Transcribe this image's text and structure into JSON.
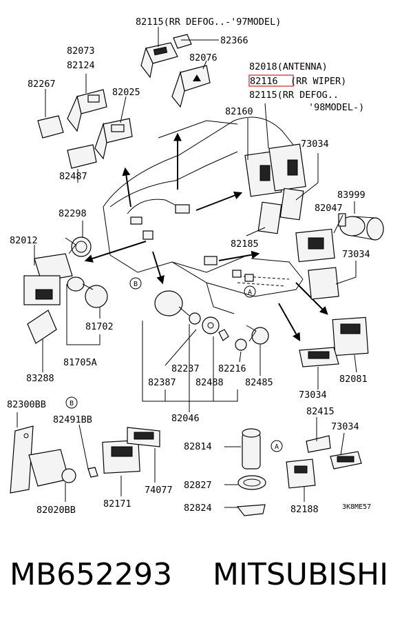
{
  "labels": {
    "l82115a": "82115(RR DEFOG..-'97MODEL)",
    "l82366": "82366",
    "l82073": "82073",
    "l82124": "82124",
    "l82076": "82076",
    "l82018": "82018(ANTENNA)",
    "l82116_num": "82116",
    "l82116_desc": "(RR WIPER)",
    "l82115b1": "82115(RR DEFOG..",
    "l82115b2": "'98MODEL-)",
    "l82267": "82267",
    "l82025": "82025",
    "l82160": "82160",
    "l73034a": "73034",
    "l82487": "82487",
    "l83999": "83999",
    "l82298": "82298",
    "l82047": "82047",
    "l82012": "82012",
    "l82185": "82185",
    "l73034b": "73034",
    "l81702": "81702",
    "l81705A": "81705A",
    "l82081": "82081",
    "l83288": "83288",
    "l82237": "82237",
    "l82216": "82216",
    "l82387": "82387",
    "l82488": "82488",
    "l82485": "82485",
    "l73034c": "73034",
    "l82046": "82046",
    "l82300BB": "82300BB",
    "l82491BB": "82491BB",
    "l82415": "82415",
    "l73034d": "73034",
    "l82814": "82814",
    "l74077": "74077",
    "l82827": "82827",
    "l82020BB": "82020BB",
    "l82171": "82171",
    "l82824": "82824",
    "l82188": "82188",
    "diagram_code": "3K8ME57"
  },
  "refs": {
    "b1": "B",
    "a1": "A",
    "b2": "B",
    "a2": "A"
  },
  "highlight_part": "82116",
  "highlight_color": "#e63b3b",
  "footer": {
    "part_number": "MB652293",
    "brand": "MITSUBISHI"
  }
}
